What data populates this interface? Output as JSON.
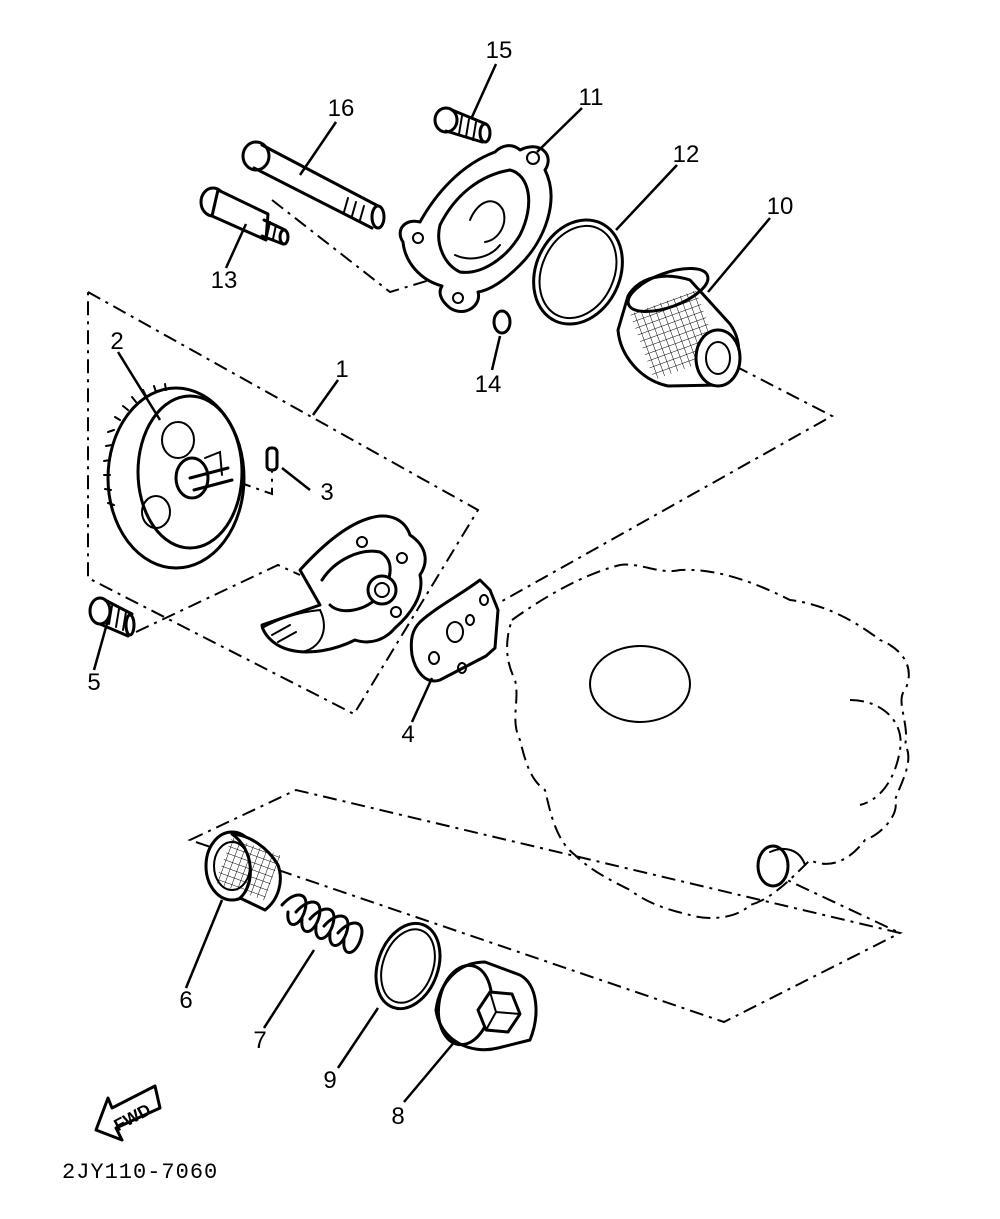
{
  "diagram": {
    "code": "2JY110-7060",
    "direction_label": "FWD",
    "callouts": [
      {
        "id": "c1",
        "label": "1"
      },
      {
        "id": "c2",
        "label": "2"
      },
      {
        "id": "c3",
        "label": "3"
      },
      {
        "id": "c4",
        "label": "4"
      },
      {
        "id": "c5",
        "label": "5"
      },
      {
        "id": "c6",
        "label": "6"
      },
      {
        "id": "c7",
        "label": "7"
      },
      {
        "id": "c8",
        "label": "8"
      },
      {
        "id": "c9",
        "label": "9"
      },
      {
        "id": "c10",
        "label": "10"
      },
      {
        "id": "c11",
        "label": "11"
      },
      {
        "id": "c12",
        "label": "12"
      },
      {
        "id": "c13",
        "label": "13"
      },
      {
        "id": "c14",
        "label": "14"
      },
      {
        "id": "c15",
        "label": "15"
      },
      {
        "id": "c16",
        "label": "16"
      }
    ]
  }
}
